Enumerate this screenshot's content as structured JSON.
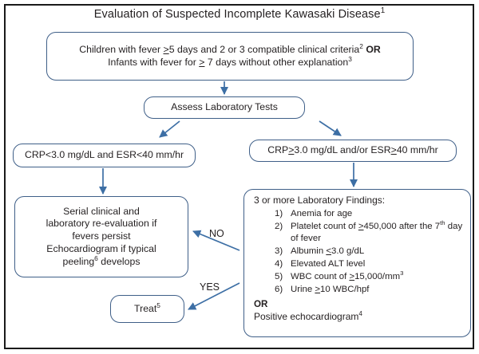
{
  "title": "Evaluation of Suspected Incomplete Kawasaki Disease",
  "title_sup": "1",
  "nodes": {
    "criteria": {
      "line1_a": "Children with fever ",
      "line1_ge": ">",
      "line1_b": "5 days and 2 or 3 compatible clinical criteria",
      "line1_sup": "2",
      "line1_or": "OR",
      "line2_a": "Infants with fever for ",
      "line2_ge": ">",
      "line2_b": " 7 days without other explanation",
      "line2_sup": "3"
    },
    "assess": {
      "label": "Assess Laboratory Tests"
    },
    "crp_low": {
      "label": "CRP<3.0 mg/dL and ESR<40 mm/hr"
    },
    "crp_high": {
      "a": "CRP",
      "ge1": ">",
      "b": "3.0 mg/dL and/or ESR",
      "ge2": ">",
      "c": "40 mm/hr"
    },
    "serial": {
      "line1": "Serial clinical and",
      "line2": "laboratory re-evaluation if",
      "line3": "fevers persist",
      "line4": "Echocardiogram if typical",
      "line5_a": "peeling",
      "line5_sup": "6",
      "line5_b": " develops"
    },
    "findings": {
      "heading": "3 or more Laboratory Findings:",
      "items": [
        {
          "text_a": "Anemia for age"
        },
        {
          "text_a": "Platelet count of ",
          "ge": ">",
          "text_b": "450,000 after the 7",
          "sup": "th",
          "text_c": " day of fever"
        },
        {
          "text_a": "Albumin ",
          "ge": "<",
          "text_b": "3.0 g/dL"
        },
        {
          "text_a": "Elevated ALT level"
        },
        {
          "text_a": "WBC count of ",
          "ge": ">",
          "text_b": "15,000/mm",
          "sup": "3"
        },
        {
          "text_a": "Urine ",
          "ge": ">",
          "text_b": "10 WBC/hpf"
        }
      ],
      "or": "OR",
      "positive_a": "Positive echocardiogram",
      "positive_sup": "4"
    },
    "treat": {
      "label_a": "Treat",
      "label_sup": "5"
    }
  },
  "edges": {
    "no_label": "NO",
    "yes_label": "YES"
  },
  "colors": {
    "node_border": "#3f5f88",
    "arrow": "#3d6fa5",
    "frame": "#1a1a1a",
    "text": "#231f20",
    "background": "#ffffff"
  }
}
